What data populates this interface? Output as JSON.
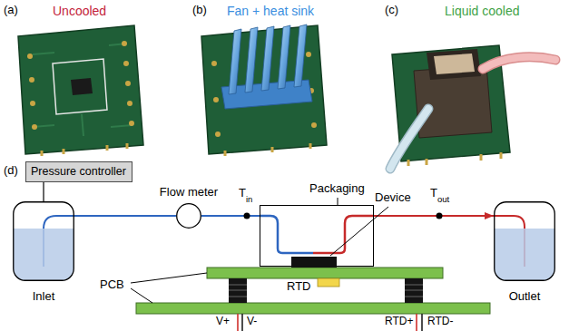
{
  "diagram": {
    "nodes": [
      {
        "text": [
          "Pressure controller"
        ]
      },
      {
        "text": [
          "Inlet"
        ]
      },
      {
        "text": [
          "Flow meter"
        ]
      },
      {
        "text": [
          "Packaging"
        ]
      },
      {
        "text": [
          "Device"
        ],
        "in": 3
      },
      {
        "text": [
          "Outlet"
        ]
      }
    ],
    "edges": [
      {
        "from": 0,
        "to": 1,
        "arrow": "none"
      },
      {
        "from": 1,
        "to": 2,
        "arrow": "none"
      },
      {
        "from": 2,
        "to": 3,
        "arrow": "none"
      },
      {
        "from": 3,
        "to": 5,
        "arrow": "to"
      }
    ],
    "labels": [
      "(a)",
      "Uncooled",
      "(b)",
      "Fan + heat sink",
      "(c)",
      "Liquid cooled",
      "(d)",
      "T",
      "in",
      "T",
      "out",
      "PCB",
      "RTD",
      "V+",
      "V-",
      "RTD+",
      "RTD-"
    ]
  }
}
